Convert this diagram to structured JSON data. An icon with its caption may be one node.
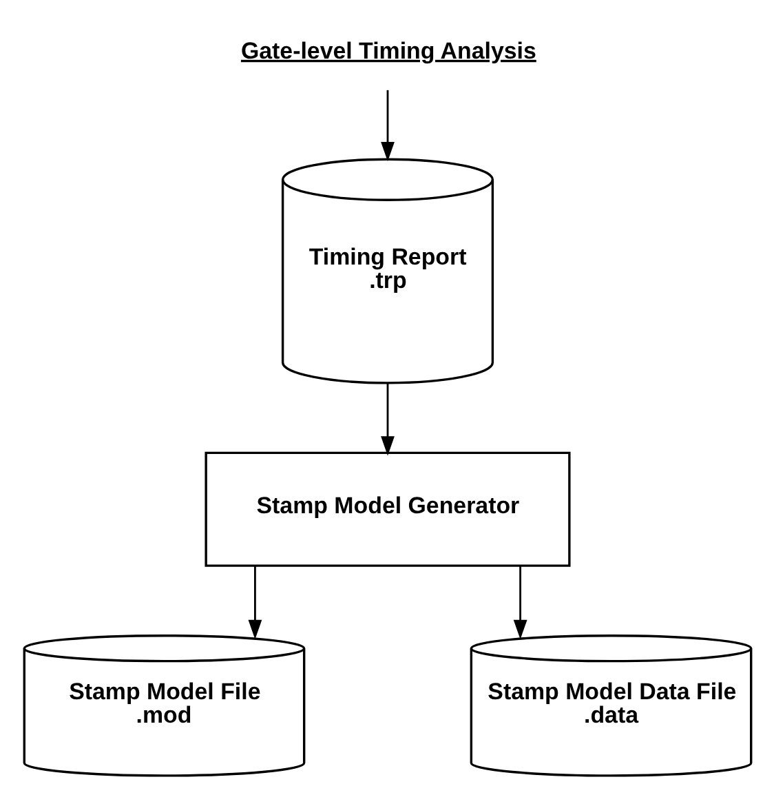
{
  "diagram": {
    "nodes": [
      {
        "text": [
          "Gate-level Timing Analysis"
        ]
      },
      {
        "text": [
          "Timing Report",
          ".trp"
        ]
      },
      {
        "text": [
          "Stamp Model Generator"
        ]
      },
      {
        "text": [
          "Stamp Model File",
          ".mod"
        ]
      },
      {
        "text": [
          "Stamp Model Data File",
          ".data"
        ]
      }
    ],
    "edges": [
      {
        "from": 0,
        "to": 1,
        "arrow": "to"
      },
      {
        "from": 1,
        "to": 2,
        "arrow": "to"
      },
      {
        "from": 2,
        "to": 3,
        "arrow": "to"
      },
      {
        "from": 2,
        "to": 4,
        "arrow": "to"
      }
    ]
  }
}
